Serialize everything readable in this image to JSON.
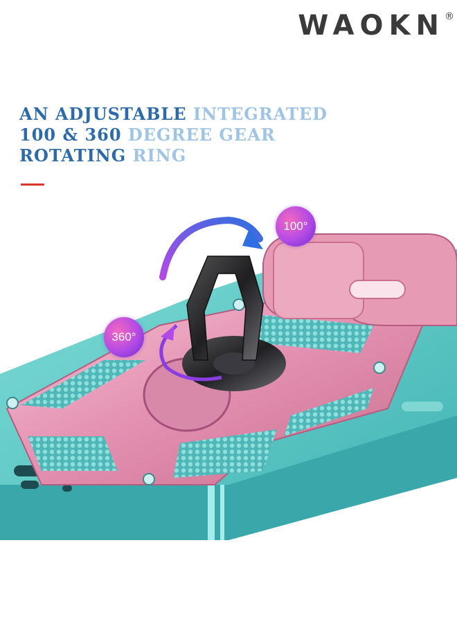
{
  "brand": {
    "name": "WAOKN",
    "registered": "®"
  },
  "headline": {
    "line1_bold": "AN ADJUSTABLE",
    "line1_light": " INTEGRATED",
    "line2_bold": "100 & 360",
    "line2_light": " DEGREE GEAR",
    "line3_bold": "ROTATING",
    "line3_light": " RING"
  },
  "badges": {
    "rotation_small": "100°",
    "rotation_full": "360°"
  },
  "colors": {
    "headline_dark": "#2d6ba8",
    "headline_light": "#9fc4e4",
    "accent_red": "#d8372d",
    "case_pink": "#e79ab4",
    "case_teal": "#5cc6c3",
    "ring_dark": "#2a2a2e"
  }
}
